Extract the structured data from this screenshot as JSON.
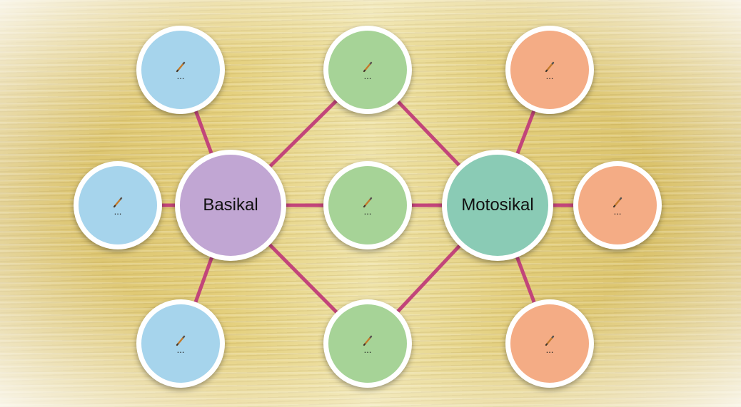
{
  "hub_left": {
    "label": "Basikal",
    "color": "#c1a6d3"
  },
  "hub_right": {
    "label": "Motosikal",
    "color": "#8acbb5"
  },
  "placeholder": {
    "text": "...",
    "icon": "pencil-icon"
  },
  "colors": {
    "left_only": "#a6d4ec",
    "shared": "#a6d397",
    "right_only": "#f4ac85",
    "connector": "#c2457a"
  },
  "bubbles": [
    {
      "group": "left_only"
    },
    {
      "group": "left_only"
    },
    {
      "group": "left_only"
    },
    {
      "group": "shared"
    },
    {
      "group": "shared"
    },
    {
      "group": "shared"
    },
    {
      "group": "right_only"
    },
    {
      "group": "right_only"
    },
    {
      "group": "right_only"
    }
  ]
}
